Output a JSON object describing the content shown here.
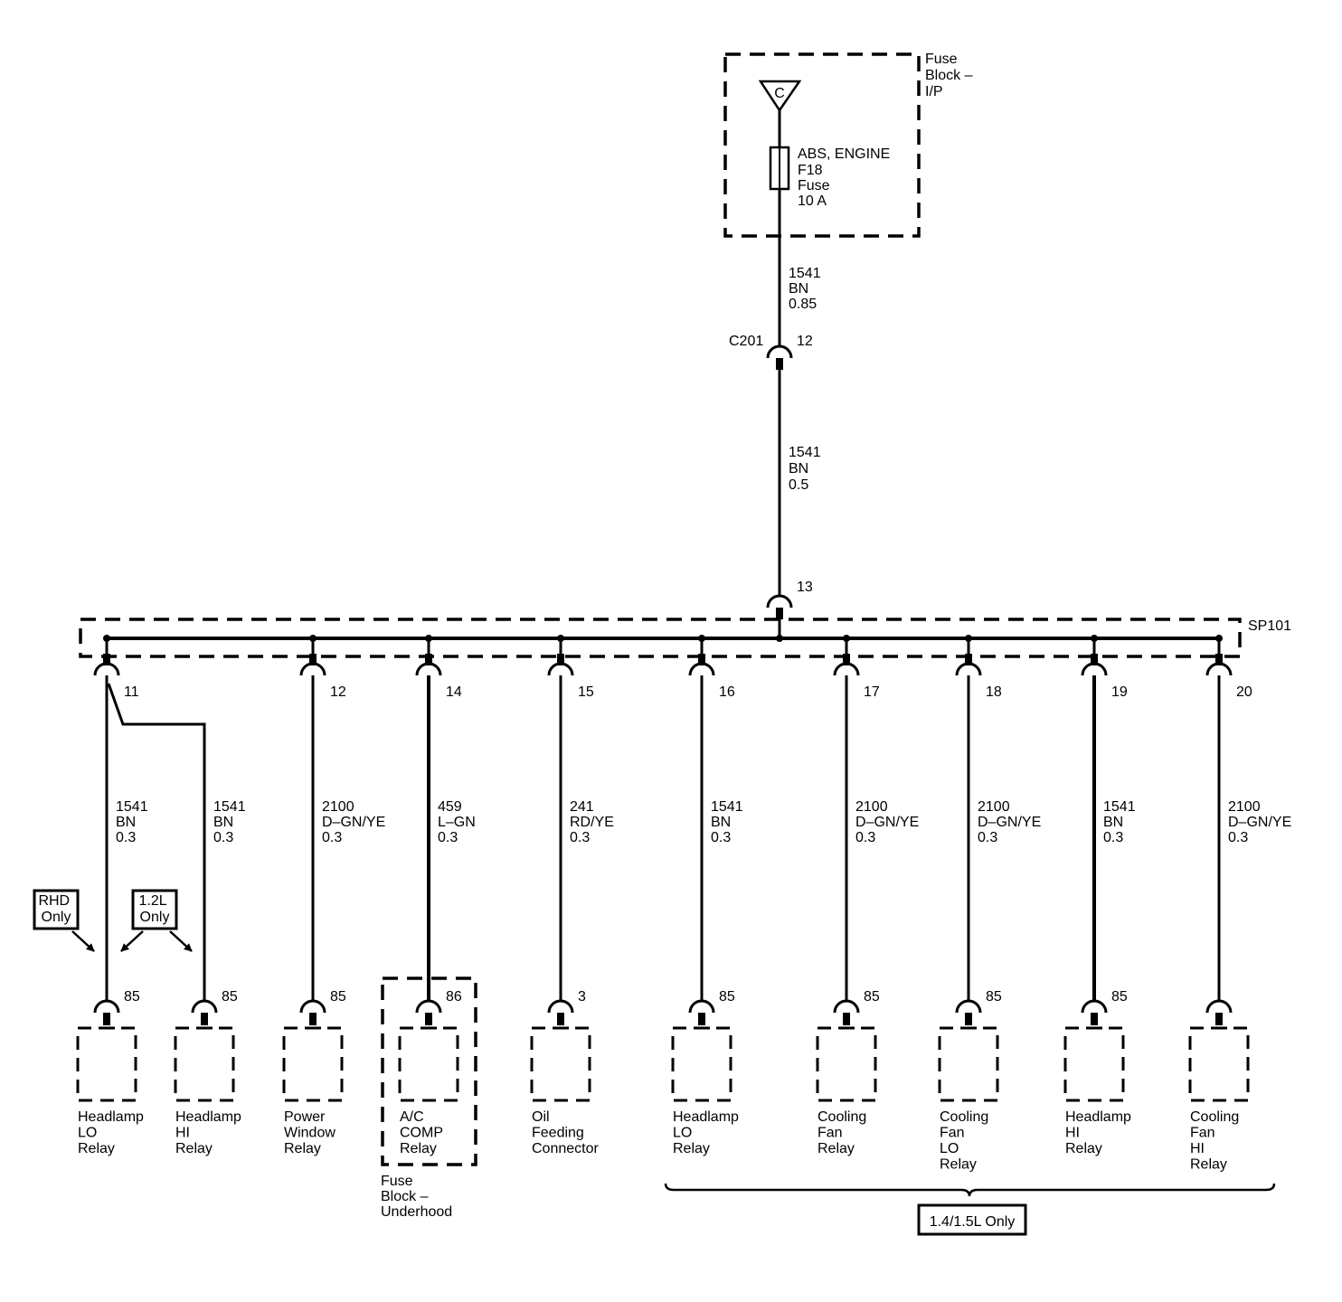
{
  "fuse_block_ip": {
    "name": [
      "Fuse",
      "Block –",
      "I/P"
    ],
    "source_letter": "C",
    "fuse_label": [
      "ABS, ENGINE",
      "F18",
      "Fuse",
      "10 A"
    ]
  },
  "feed_wires": [
    {
      "circuit": "1541",
      "color": "BN",
      "size": "0.85"
    },
    {
      "circuit": "1541",
      "color": "BN",
      "size": "0.5"
    }
  ],
  "connector_c201": {
    "name": "C201",
    "pin": "12"
  },
  "splice": {
    "name": "SP101",
    "input_pin": "13"
  },
  "branches": [
    {
      "pin": "11",
      "wire": {
        "circuit": "1541",
        "color": "BN",
        "size": "0.3"
      },
      "terminal": "85",
      "component": [
        "Headlamp",
        "LO",
        "Relay"
      ]
    },
    {
      "pin": "",
      "wire": {
        "circuit": "1541",
        "color": "BN",
        "size": "0.3"
      },
      "terminal": "85",
      "component": [
        "Headlamp",
        "HI",
        "Relay"
      ]
    },
    {
      "pin": "12",
      "wire": {
        "circuit": "2100",
        "color": "D–GN/YE",
        "size": "0.3"
      },
      "terminal": "85",
      "component": [
        "Power",
        "Window",
        "Relay"
      ]
    },
    {
      "pin": "14",
      "wire": {
        "circuit": "459",
        "color": "L–GN",
        "size": "0.3"
      },
      "terminal": "86",
      "component": [
        "A/C",
        "COMP",
        "Relay"
      ]
    },
    {
      "pin": "15",
      "wire": {
        "circuit": "241",
        "color": "RD/YE",
        "size": "0.3"
      },
      "terminal": "3",
      "component": [
        "Oil",
        "Feeding",
        "Connector"
      ]
    },
    {
      "pin": "16",
      "wire": {
        "circuit": "1541",
        "color": "BN",
        "size": "0.3"
      },
      "terminal": "85",
      "component": [
        "Headlamp",
        "LO",
        "Relay"
      ]
    },
    {
      "pin": "17",
      "wire": {
        "circuit": "2100",
        "color": "D–GN/YE",
        "size": "0.3"
      },
      "terminal": "85",
      "component": [
        "Cooling",
        "Fan",
        "Relay"
      ]
    },
    {
      "pin": "18",
      "wire": {
        "circuit": "2100",
        "color": "D–GN/YE",
        "size": "0.3"
      },
      "terminal": "85",
      "component": [
        "Cooling",
        "Fan",
        "LO",
        "Relay"
      ]
    },
    {
      "pin": "19",
      "wire": {
        "circuit": "1541",
        "color": "BN",
        "size": "0.3"
      },
      "terminal": "85",
      "component": [
        "Headlamp",
        "HI",
        "Relay"
      ]
    },
    {
      "pin": "20",
      "wire": {
        "circuit": "2100",
        "color": "D–GN/YE",
        "size": "0.3"
      },
      "terminal": "",
      "component": [
        "Cooling",
        "Fan",
        "HI",
        "Relay"
      ]
    }
  ],
  "fuse_block_underhood": [
    "Fuse",
    "Block –",
    "Underhood"
  ],
  "notes": {
    "rhd_only": [
      "RHD",
      "Only"
    ],
    "engine_1_2l_only": [
      "1.2L",
      "Only"
    ],
    "engine_1_4_1_5l_only": "1.4/1.5L Only"
  }
}
